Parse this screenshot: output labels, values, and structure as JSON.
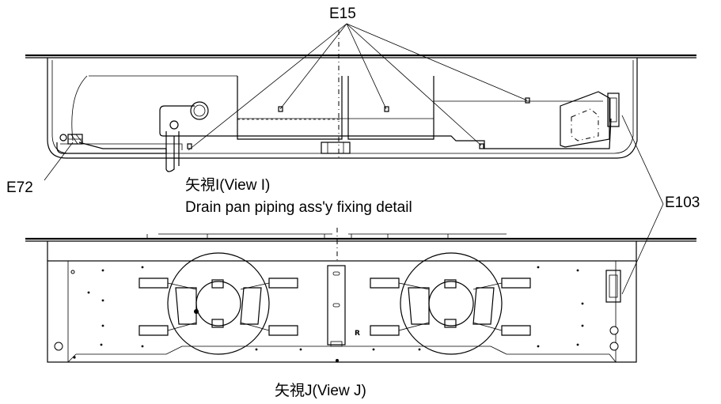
{
  "labels": {
    "e15": "E15",
    "e72": "E72",
    "e103": "E103",
    "r_mark": "R"
  },
  "captions": {
    "view_i_title": "矢視I(View I)",
    "view_i_desc": "Drain pan piping ass'y fixing detail",
    "view_j_title": "矢視J(View J)"
  }
}
